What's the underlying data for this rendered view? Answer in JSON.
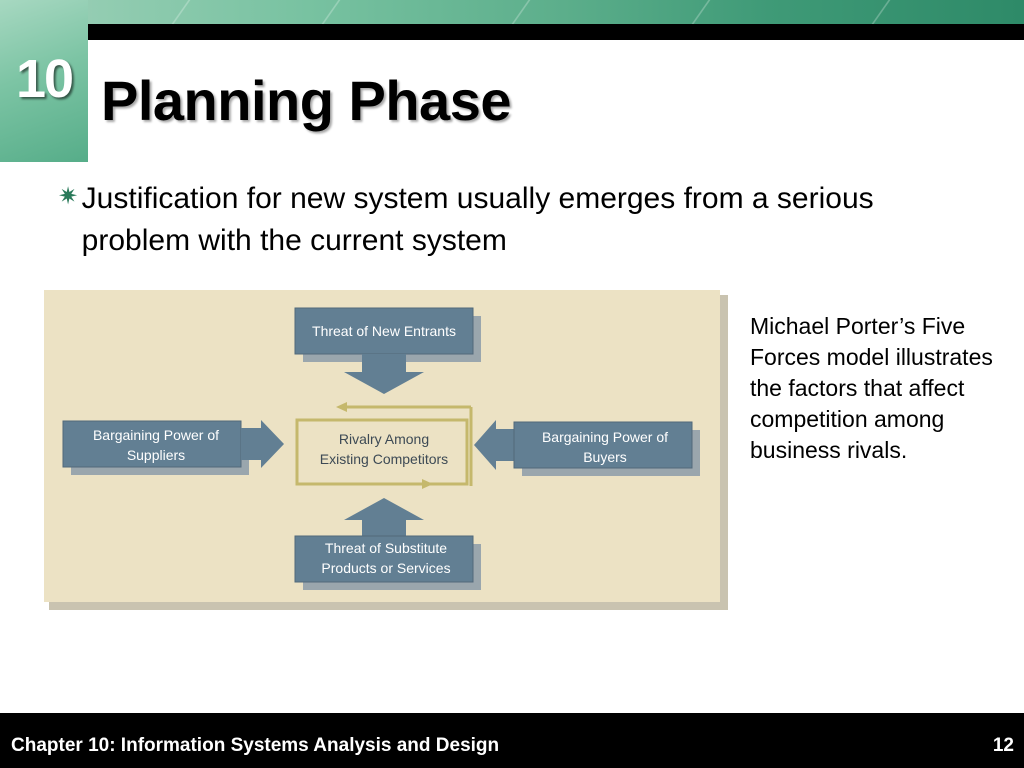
{
  "slide": {
    "chapter_number": "10",
    "title": "Planning Phase",
    "bullet": "Justification for new system usually emerges from a serious problem with the current system"
  },
  "diagram": {
    "top": "Threat of New Entrants",
    "left_line1": "Bargaining Power of",
    "left_line2": "Suppliers",
    "center_line1": "Rivalry Among",
    "center_line2": "Existing Competitors",
    "right_line1": "Bargaining Power of",
    "right_line2": "Buyers",
    "bottom_line1": "Threat of Substitute",
    "bottom_line2": "Products or Services"
  },
  "caption": "Michael Porter’s Five Forces model illustrates the factors that affect competition among business rivals.",
  "footer": {
    "text": "Chapter 10: Information Systems Analysis and Design",
    "page": "12"
  },
  "colors": {
    "box": "#627f93",
    "panel": "#ece2c4",
    "center_border": "#c5b86c",
    "accent_green": "#5cae8b"
  }
}
